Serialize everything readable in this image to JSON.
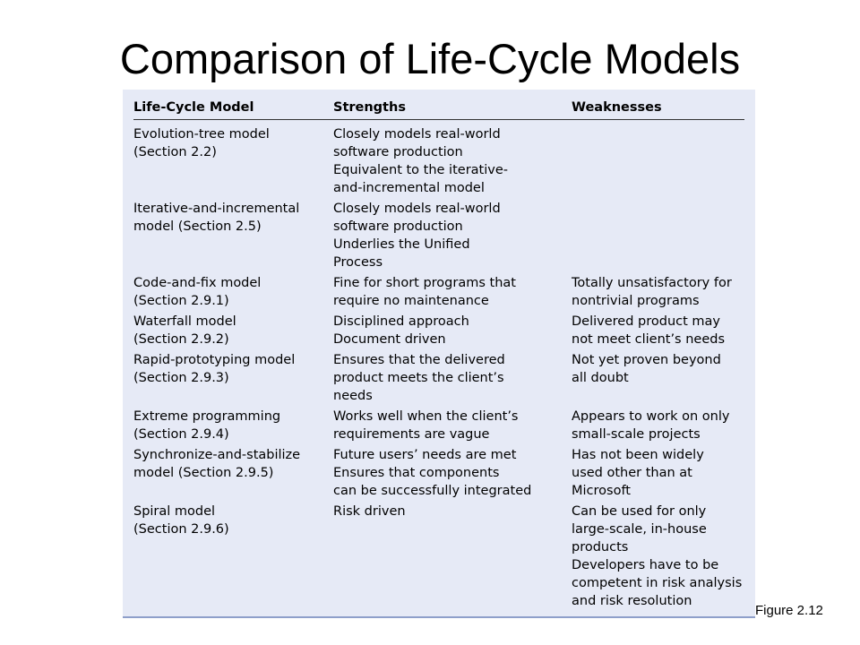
{
  "title": "Comparison of Life-Cycle Models",
  "figure_label": "Figure 2.12",
  "table": {
    "headers": [
      "Life-Cycle Model",
      "Strengths",
      "Weaknesses"
    ],
    "rows": [
      {
        "model": [
          "Evolution-tree model",
          "(Section 2.2)"
        ],
        "strengths": [
          [
            "Closely models real-world",
            "software production"
          ],
          [
            "Equivalent to the iterative-",
            "and-incremental model"
          ]
        ],
        "weaknesses": []
      },
      {
        "model": [
          "Iterative-and-incremental",
          "model (Section 2.5)"
        ],
        "strengths": [
          [
            "Closely models real-world",
            "software production"
          ],
          [
            "Underlies the Unified",
            "Process"
          ]
        ],
        "weaknesses": []
      },
      {
        "model": [
          "Code-and-fix model",
          "(Section 2.9.1)"
        ],
        "strengths": [
          [
            "Fine for short programs that",
            "require no maintenance"
          ]
        ],
        "weaknesses": [
          [
            "Totally unsatisfactory for",
            "nontrivial programs"
          ]
        ]
      },
      {
        "model": [
          "Waterfall model",
          "(Section 2.9.2)"
        ],
        "strengths": [
          [
            "Disciplined approach"
          ],
          [
            "Document driven"
          ]
        ],
        "weaknesses": [
          [
            "Delivered product may",
            "not meet client’s needs"
          ]
        ]
      },
      {
        "model": [
          "Rapid-prototyping model",
          "(Section 2.9.3)"
        ],
        "strengths": [
          [
            "Ensures that the delivered",
            "product meets the client’s",
            "needs"
          ]
        ],
        "weaknesses": [
          [
            "Not yet proven beyond",
            "all doubt"
          ]
        ]
      },
      {
        "model": [
          "Extreme programming",
          "(Section 2.9.4)"
        ],
        "strengths": [
          [
            "Works well when the client’s",
            "requirements are vague"
          ]
        ],
        "weaknesses": [
          [
            "Appears to work on only",
            "small-scale projects"
          ]
        ]
      },
      {
        "model": [
          "Synchronize-and-stabilize",
          "model (Section 2.9.5)"
        ],
        "strengths": [
          [
            "Future users’ needs are met"
          ],
          [
            "Ensures that components",
            "can be successfully integrated"
          ]
        ],
        "weaknesses": [
          [
            "Has not been widely",
            "used other than at",
            "Microsoft"
          ]
        ]
      },
      {
        "model": [
          "Spiral model",
          "(Section 2.9.6)"
        ],
        "strengths": [
          [
            "Risk driven"
          ]
        ],
        "weaknesses": [
          [
            "Can be used for only",
            "large-scale, in-house",
            "products"
          ],
          [
            "Developers have to be",
            "competent in risk analysis",
            "and risk resolution"
          ]
        ]
      }
    ]
  }
}
